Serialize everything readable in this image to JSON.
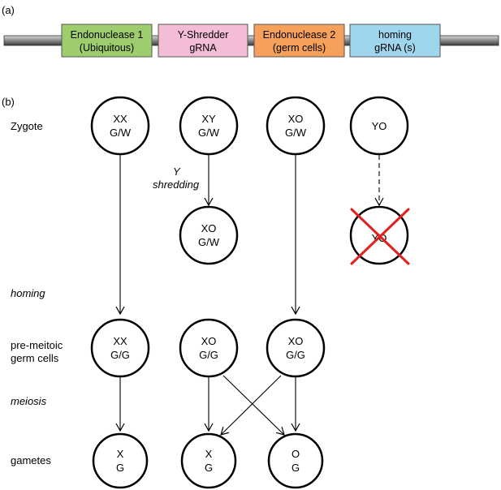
{
  "panel_a": {
    "label": "(a)",
    "segments": [
      {
        "line1": "Endonuclease 1",
        "line2": "(Ubiquitous)",
        "color": "#9fcd6e"
      },
      {
        "line1": "Y-Shredder",
        "line2": "gRNA",
        "color": "#f3bdd8"
      },
      {
        "line1": "Endonuclease 2",
        "line2": "(germ cells)",
        "color": "#f5a15c"
      },
      {
        "line1": "homing",
        "line2": "gRNA (s)",
        "color": "#9fd6ee"
      }
    ]
  },
  "panel_b": {
    "label": "(b)",
    "row_labels": {
      "zygote": "Zygote",
      "y_shredding_1": "Y",
      "y_shredding_2": "shredding",
      "homing": "homing",
      "premeiotic_1": "pre-meitoic",
      "premeiotic_2": "germ cells",
      "meiosis": "meiosis",
      "gametes": "gametes"
    },
    "zygotes": [
      {
        "l1": "XX",
        "l2": "G/W"
      },
      {
        "l1": "XY",
        "l2": "G/W"
      },
      {
        "l1": "XO",
        "l2": "G/W"
      },
      {
        "l1": "YO",
        "l2": ""
      }
    ],
    "after_shredding": [
      {
        "l1": "XO",
        "l2": "G/W"
      },
      {
        "l1": "YO",
        "l2": ""
      }
    ],
    "germ_cells": [
      {
        "l1": "XX",
        "l2": "G/G"
      },
      {
        "l1": "XO",
        "l2": "G/G"
      },
      {
        "l1": "XO",
        "l2": "G/G"
      }
    ],
    "gametes": [
      {
        "l1": "X",
        "l2": "G"
      },
      {
        "l1": "X",
        "l2": "G"
      },
      {
        "l1": "O",
        "l2": "G"
      }
    ],
    "cross_color": "#e0201d"
  }
}
